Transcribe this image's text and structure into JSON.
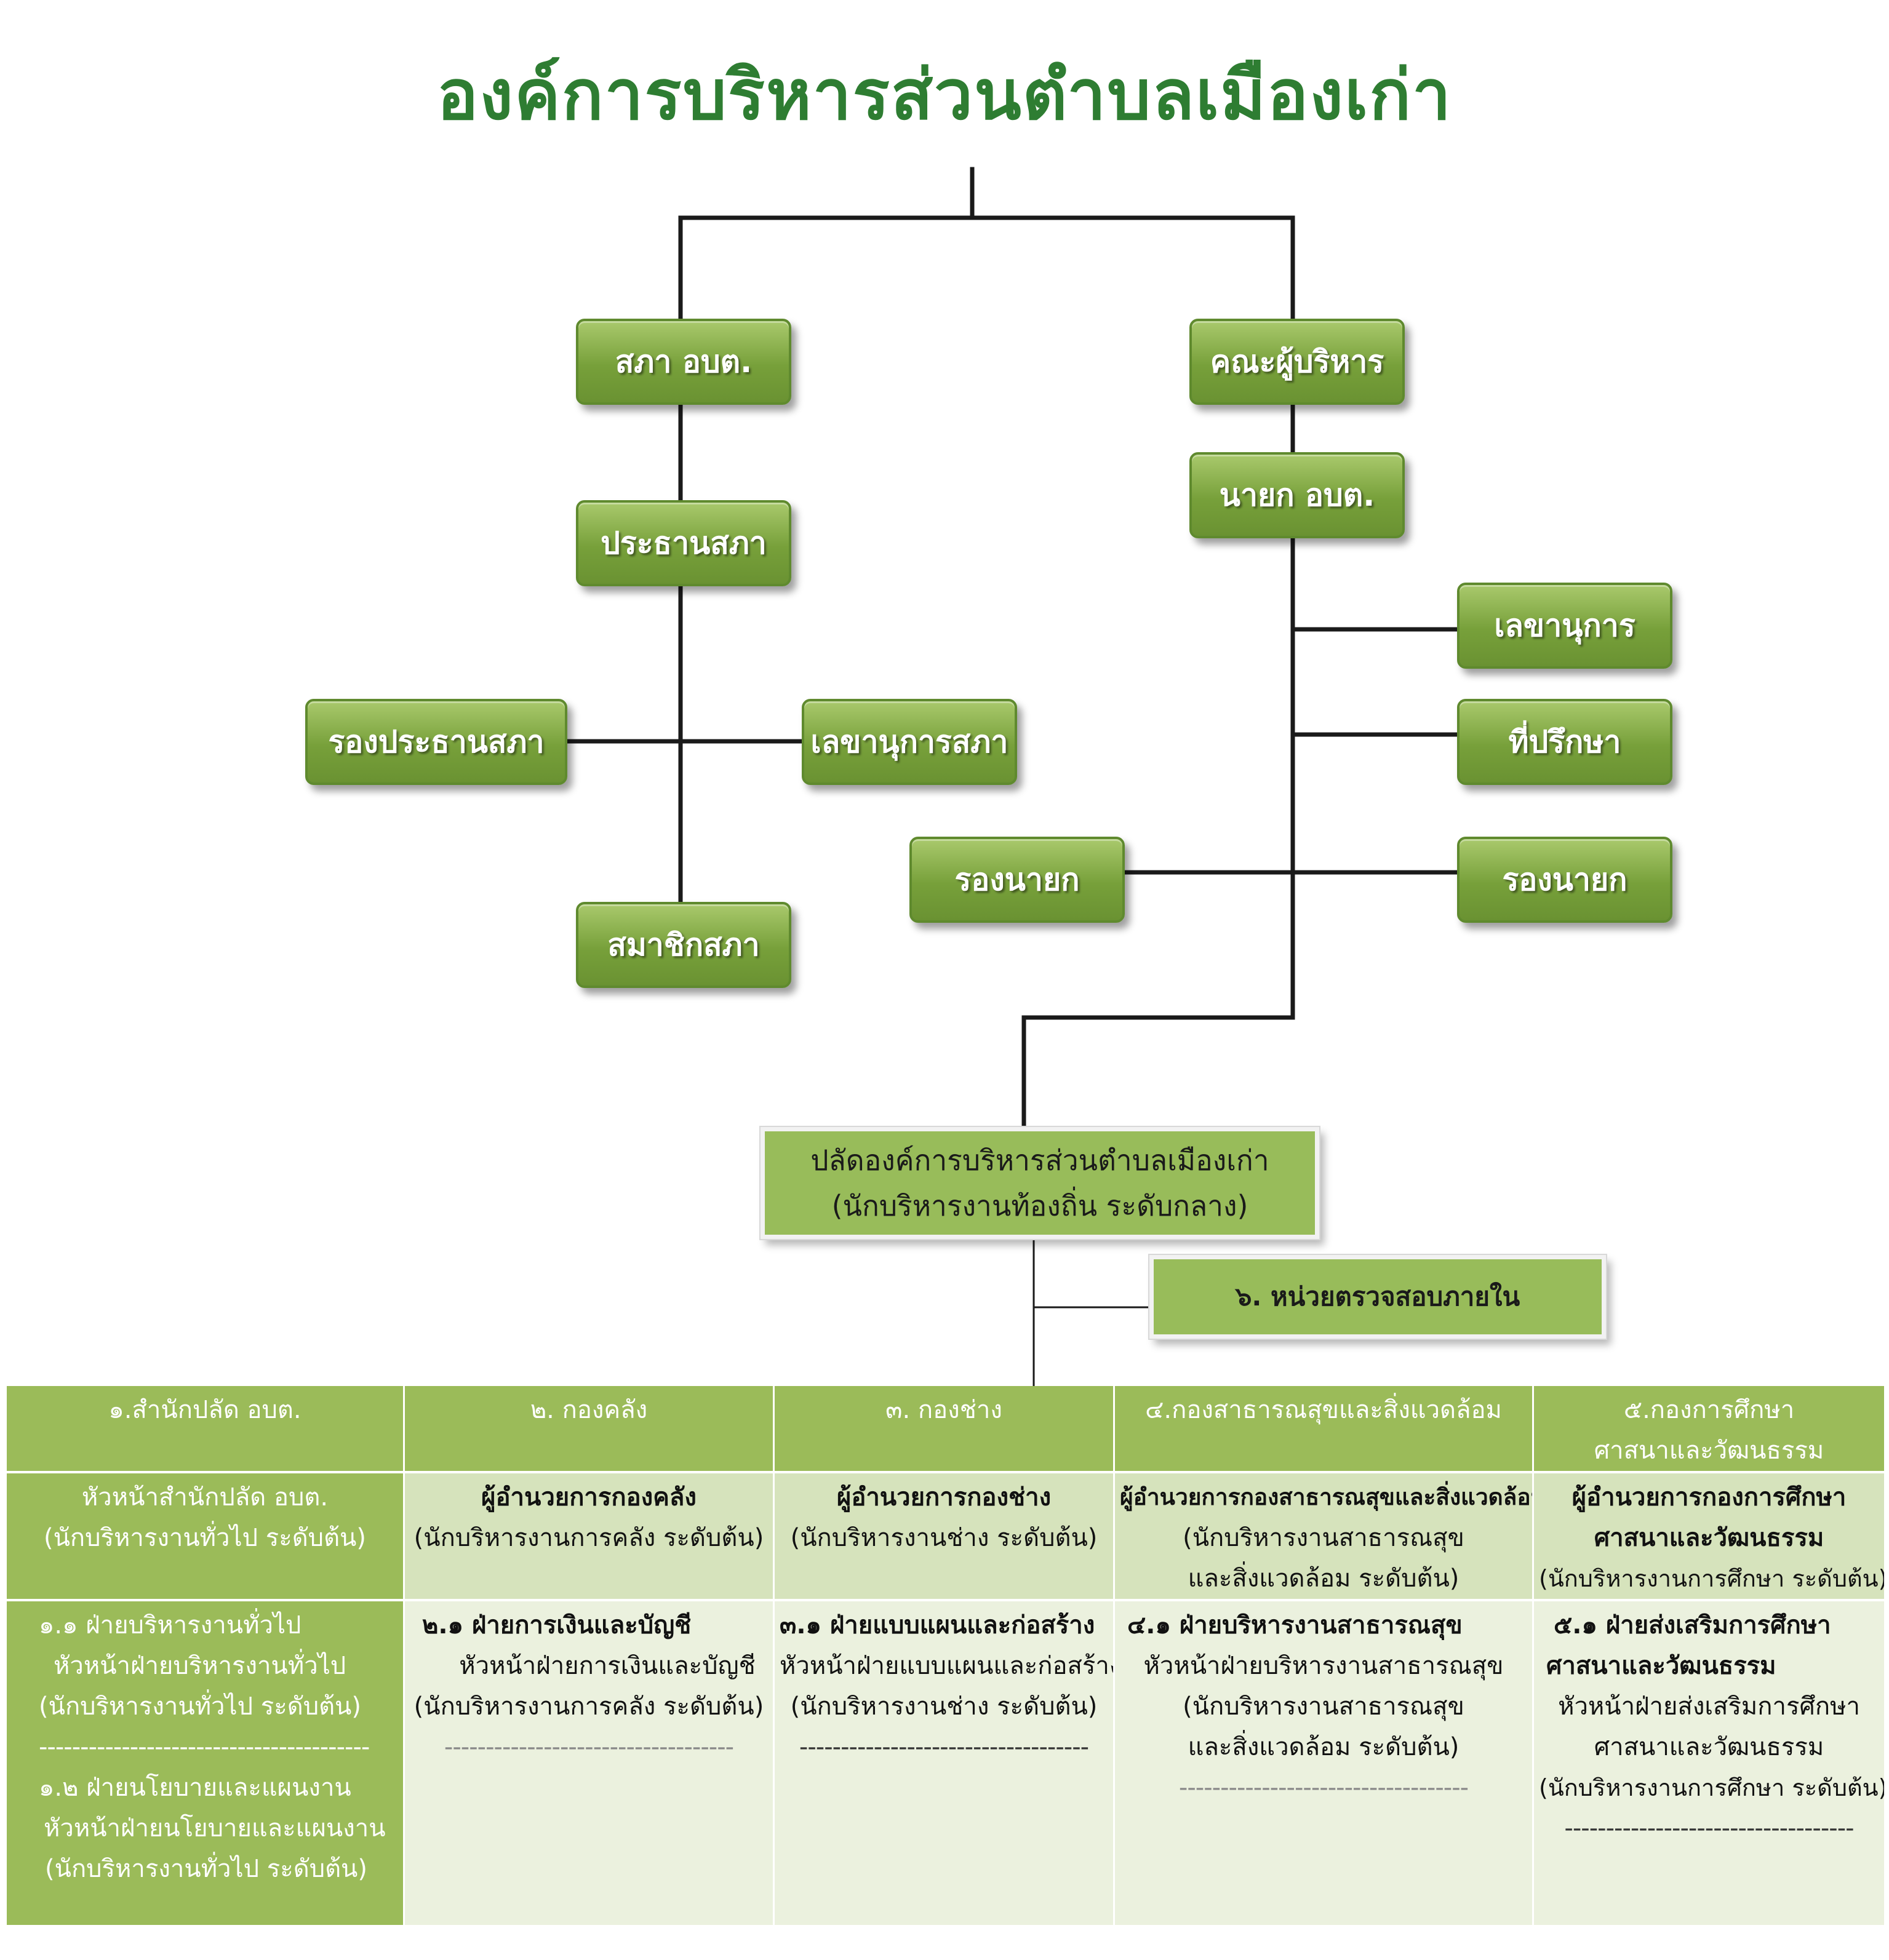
{
  "title": "องค์การบริหารส่วนตำบลเมืองเก่า",
  "council": {
    "head": "สภา อบต.",
    "chairman": "ประธานสภา",
    "vice_chairman": "รองประธานสภา",
    "secretary": "เลขานุการสภา",
    "members": "สมาชิกสภา"
  },
  "executive": {
    "head": "คณะผู้บริหาร",
    "mayor": "นายก อบต.",
    "secretary": "เลขานุการ",
    "advisor": "ที่ปรึกษา",
    "deputy_left": "รองนายก",
    "deputy_right": "รองนายก"
  },
  "chief_admin": {
    "line1": "ปลัดองค์การบริหารส่วนตำบลเมืองเก่า",
    "line2": "(นักบริหารงานท้องถิ่น ระดับกลาง)"
  },
  "audit_unit": "๖. หน่วยตรวจสอบภายใน",
  "units": [
    {
      "header": [
        "๑.สำนักปลัด อบต."
      ],
      "director": [
        "หัวหน้าสำนักปลัด อบต.",
        "(นักบริหารงานทั่วไป ระดับต้น)"
      ],
      "sections": [
        "๑.๑ ฝ่ายบริหารงานทั่วไป",
        "หัวหน้าฝ่ายบริหารงานทั่วไป",
        "(นักบริหารงานทั่วไป ระดับต้น)",
        "----------------------------------------",
        "๑.๒ ฝ่ายนโยบายและแผนงาน",
        "หัวหน้าฝ่ายนโยบายและแผนงาน",
        "(นักบริหารงานทั่วไป ระดับต้น)"
      ]
    },
    {
      "header": [
        "๒. กองคลัง"
      ],
      "director": [
        "ผู้อำนวยการกองคลัง",
        "(นักบริหารงานการคลัง ระดับต้น)"
      ],
      "sections": [
        "๒.๑ ฝ่ายการเงินและบัญชี",
        "หัวหน้าฝ่ายการเงินและบัญชี",
        "(นักบริหารงานการคลัง ระดับต้น)",
        "-----------------------------------"
      ]
    },
    {
      "header": [
        "๓. กองช่าง"
      ],
      "director": [
        "ผู้อำนวยการกองช่าง",
        "(นักบริหารงานช่าง ระดับต้น)"
      ],
      "sections": [
        "๓.๑ ฝ่ายแบบแผนและก่อสร้าง",
        "หัวหน้าฝ่ายแบบแผนและก่อสร้าง",
        "(นักบริหารงานช่าง ระดับต้น)",
        "-----------------------------------"
      ]
    },
    {
      "header": [
        "๔.กองสาธารณสุขและสิ่งแวดล้อม"
      ],
      "director": [
        "ผู้อำนวยการกองสาธารณสุขและสิ่งแวดล้อม",
        "(นักบริหารงานสาธารณสุข",
        "และสิ่งแวดล้อม ระดับต้น)"
      ],
      "sections": [
        "๔.๑ ฝ่ายบริหารงานสาธารณสุข",
        "หัวหน้าฝ่ายบริหารงานสาธารณสุข",
        "(นักบริหารงานสาธารณสุข",
        "และสิ่งแวดล้อม ระดับต้น)",
        "-----------------------------------"
      ]
    },
    {
      "header": [
        "๕.กองการศึกษา",
        "ศาสนาและวัฒนธรรม"
      ],
      "director": [
        "ผู้อำนวยการกองการศึกษา",
        "ศาสนาและวัฒนธรรม",
        "(นักบริหารงานการศึกษา ระดับต้น)"
      ],
      "sections": [
        "๕.๑ ฝ่ายส่งเสริมการศึกษา",
        "ศาสนาและวัฒนธรรม",
        "หัวหน้าฝ่ายส่งเสริมการศึกษา",
        "ศาสนาและวัฒนธรรม",
        "(นักบริหารงานการศึกษา ระดับต้น)",
        "-----------------------------------"
      ]
    }
  ]
}
